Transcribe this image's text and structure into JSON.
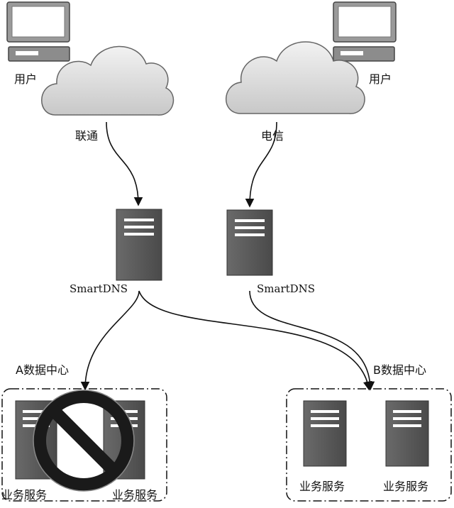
{
  "diagram": {
    "left_client": {
      "label": "用户",
      "icon": "computer-icon"
    },
    "right_client": {
      "label": "用户",
      "icon": "computer-icon"
    },
    "left_network": {
      "label": "联通",
      "icon": "cloud-icon"
    },
    "right_network": {
      "label": "电信",
      "icon": "cloud-icon"
    },
    "left_dns": {
      "label": "SmartDNS",
      "icon": "server-icon"
    },
    "right_dns": {
      "label": "SmartDNS",
      "icon": "server-icon"
    },
    "datacenter_a": {
      "label": "A数据中心",
      "status": "unavailable",
      "status_icon": "prohibited-icon",
      "servers": [
        {
          "label": "业务服务",
          "icon": "server-icon"
        },
        {
          "label": "业务服务",
          "icon": "server-icon"
        }
      ]
    },
    "datacenter_b": {
      "label": "B数据中心",
      "servers": [
        {
          "label": "业务服务",
          "icon": "server-icon"
        },
        {
          "label": "业务服务",
          "icon": "server-icon"
        }
      ]
    }
  },
  "colors": {
    "server_fill": "#5a5a5a",
    "server_slot": "#ffffff",
    "cloud_fill": "#e2e2e2",
    "line": "#111111",
    "prohibit_red": "#1a1a1a"
  }
}
